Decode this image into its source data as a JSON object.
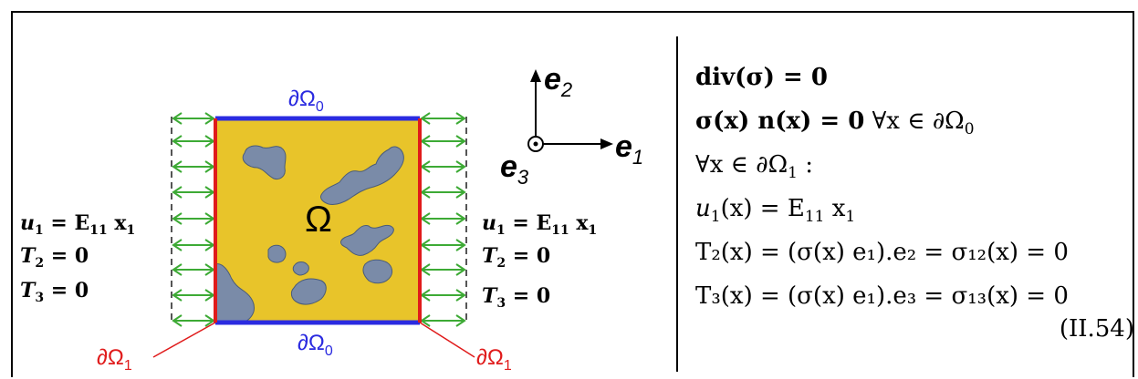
{
  "figure": {
    "domain_label": "Ω",
    "boundary_top": "∂Ω",
    "boundary_top_sub": "0",
    "boundary_bottom": "∂Ω",
    "boundary_bottom_sub": "0",
    "boundary_left": "∂Ω",
    "boundary_left_sub": "1",
    "boundary_right": "∂Ω",
    "boundary_right_sub": "1",
    "left_conditions": {
      "u1_var": "u",
      "u1_sub": "1",
      "u1_eq": " = E",
      "u1_E_sub": "11",
      "u1_x": " x",
      "u1_x_sub": "1",
      "t2_var": "T",
      "t2_sub": "2",
      "t2_eq": " = 0",
      "t3_var": "T",
      "t3_sub": "3",
      "t3_eq": " = 0"
    },
    "right_conditions": {
      "u1_var": "u",
      "u1_sub": "1",
      "u1_eq": " = E",
      "u1_E_sub": "11",
      "u1_x": " x",
      "u1_x_sub": "1",
      "t2_var": "T",
      "t2_sub": "2",
      "t2_eq": " = 0",
      "t3_var": "T",
      "t3_sub": "3",
      "t3_eq": " = 0"
    },
    "axes": {
      "e1": "e",
      "e1_sub": "1",
      "e2": "e",
      "e2_sub": "2",
      "e3": "e",
      "e3_sub": "3"
    },
    "colors": {
      "domain_fill": "#E8C42A",
      "inclusion_fill": "#7A8BA8",
      "boundary_0": "#2B2BE0",
      "boundary_1": "#E01B1B",
      "arrows": "#3DAA35",
      "dash": "#555555"
    }
  },
  "equations": {
    "line1": "div(σ) = 0",
    "line2_a": "σ(x) n(x) = 0",
    "line2_b": " ∀x ∈ ∂Ω",
    "line2_sub": "0",
    "line3_a": "∀x ∈ ∂Ω",
    "line3_sub": "1",
    "line3_b": "  :",
    "line4_a": "u",
    "line4_sub": "1",
    "line4_b": "(x) = E",
    "line4_Esub": "11",
    "line4_c": " x",
    "line4_xsub": "1",
    "line5": "T₂(x) = (σ(x) e₁).e₂ = σ₁₂(x) = 0",
    "line6": "T₃(x) = (σ(x) e₁).e₃ = σ₁₃(x) = 0",
    "eq_number": "(II.54)"
  }
}
